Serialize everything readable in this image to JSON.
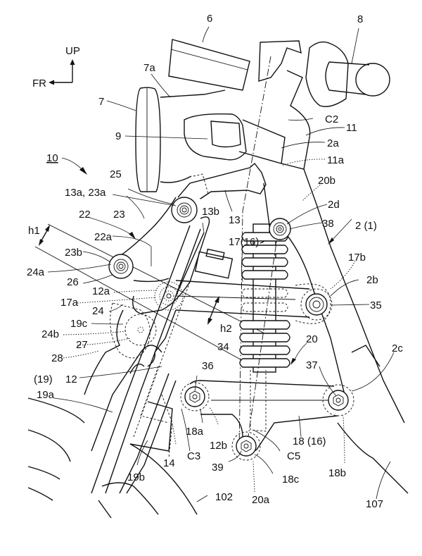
{
  "figure": {
    "type": "patent-drawing",
    "subject": "motorcycle front suspension / frame linkage side view"
  },
  "orientation": {
    "up_label": "UP",
    "front_label": "FR"
  },
  "assembly_ref": "10",
  "labels": {
    "l6": "6",
    "l8": "8",
    "l7a": "7a",
    "l7": "7",
    "lC2": "C2",
    "l11": "11",
    "l9": "9",
    "l2a": "2a",
    "l11a": "11a",
    "l25": "25",
    "l20b": "20b",
    "l13a23a": "13a, 23a",
    "l13b": "13b",
    "l2d": "2d",
    "l22": "22",
    "l23": "23",
    "l13": "13",
    "l38": "38",
    "l2_1": "2 (1)",
    "lh1": "h1",
    "l22a": "22a",
    "l17_16": "17(16)",
    "l23b": "23b",
    "l17b": "17b",
    "l24a": "24a",
    "l26": "26",
    "l2b": "2b",
    "l12a": "12a",
    "l17a": "17a",
    "l35": "35",
    "l24": "24",
    "lh2": "h2",
    "l19c": "19c",
    "l24b": "24b",
    "l34": "34",
    "l27": "27",
    "l20": "20",
    "l28": "28",
    "l36": "36",
    "l37": "37",
    "l2c": "2c",
    "l19p": "(19)",
    "l12": "12",
    "l19a": "19a",
    "l18a": "18a",
    "l18_16": "18 (16)",
    "l12b": "12b",
    "lC3": "C3",
    "lC5": "C5",
    "l14": "14",
    "l18b": "18b",
    "l39": "39",
    "l18c": "18c",
    "l19b": "19b",
    "l102": "102",
    "l20a": "20a",
    "l107": "107"
  }
}
